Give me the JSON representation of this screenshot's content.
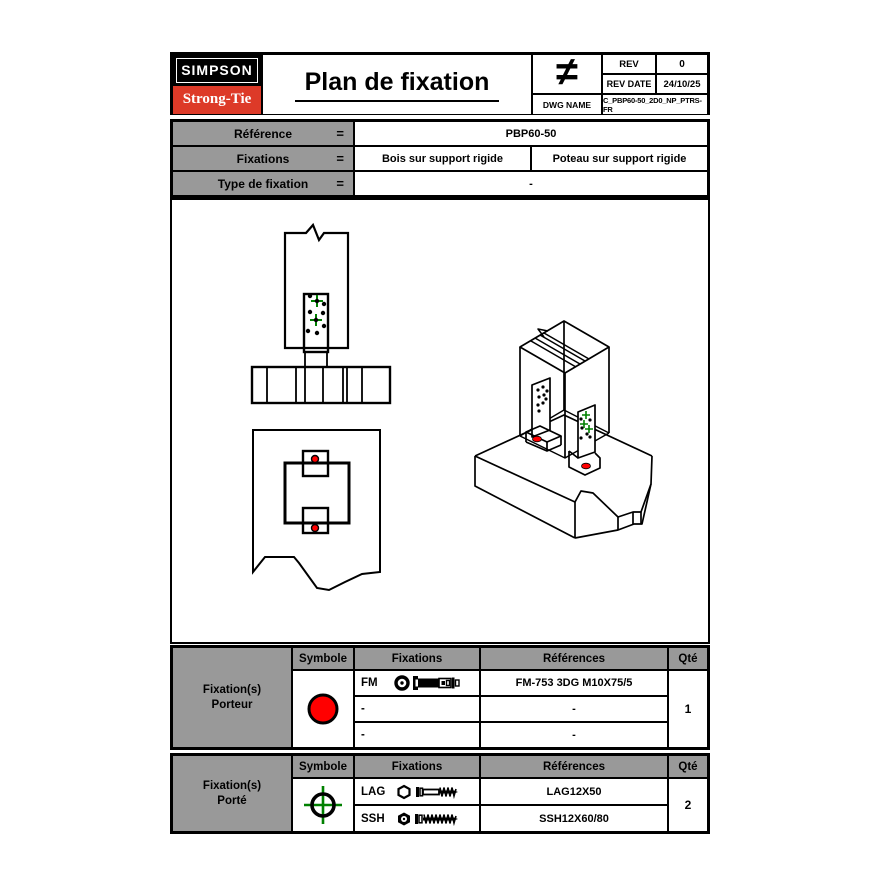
{
  "logo": {
    "line1": "SIMPSON",
    "line2": "Strong-Tie"
  },
  "title": "Plan de fixation",
  "title_block": {
    "symbol": "≠",
    "rev_label": "REV",
    "rev_value": "0",
    "rev_date_label": "REV DATE",
    "rev_date_value": "24/10/25",
    "dwg_label": "DWG NAME",
    "dwg_value": "C_PBP60-50_2D0_NP_PTRS-FR"
  },
  "reference_table": {
    "rows": [
      {
        "label": "Référence",
        "eq": "=",
        "value": "PBP60-50"
      },
      {
        "label": "Fixations",
        "eq": "=",
        "value1": "Bois sur support rigide",
        "value2": "Poteau sur support rigide"
      },
      {
        "label": "Type de fixation",
        "eq": "=",
        "value": "-"
      }
    ]
  },
  "porteur_table": {
    "group_label": [
      "Fixation(s)",
      "Porteur"
    ],
    "headers": [
      "Symbole",
      "Fixations",
      "Références",
      "Qté"
    ],
    "symbol": "red-circle",
    "rows": [
      {
        "code": "FM",
        "reference": "FM-753 3DG M10X75/5"
      },
      {
        "code": "-",
        "reference": "-"
      },
      {
        "code": "-",
        "reference": "-"
      }
    ],
    "qty": "1"
  },
  "porte_table": {
    "group_label": [
      "Fixation(s)",
      "Porté"
    ],
    "headers": [
      "Symbole",
      "Fixations",
      "Références",
      "Qté"
    ],
    "symbol": "green-crosshair",
    "rows": [
      {
        "code": "LAG",
        "reference": "LAG12X50"
      },
      {
        "code": "SSH",
        "reference": "SSH12X60/80"
      }
    ],
    "qty": "2"
  },
  "colors": {
    "logo_red": "#dd3a28",
    "header_gray": "#999999",
    "symbol_red": "#ff0000",
    "symbol_green": "#008000"
  }
}
